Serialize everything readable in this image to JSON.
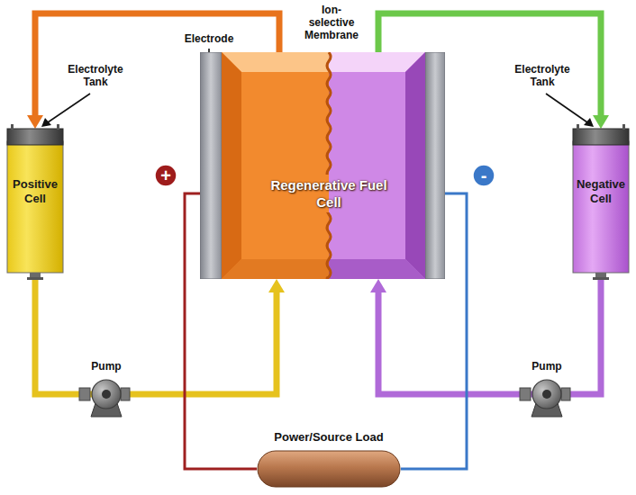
{
  "diagram": {
    "nodes": [
      {
        "text": [
          "Positive Cell"
        ]
      },
      {
        "text": [
          "Regenerative Fuel Cell"
        ]
      },
      {
        "text": [
          "Negative Cell"
        ]
      },
      {
        "text": [
          "Power/Source Load"
        ]
      }
    ],
    "edges": [
      {
        "from": 0,
        "to": 1,
        "arrow": "to"
      },
      {
        "from": 1,
        "to": 0,
        "arrow": "to"
      },
      {
        "from": 1,
        "to": 2,
        "arrow": "to"
      },
      {
        "from": 2,
        "to": 1,
        "arrow": "to"
      },
      {
        "from": 1,
        "to": 3,
        "arrow": "none"
      },
      {
        "from": 1,
        "to": 3,
        "arrow": "none"
      }
    ],
    "labels": [
      "Electrolyte Tank",
      "Electrode",
      "Ion-selective Membrane",
      "Electrolyte Tank",
      "+",
      "-",
      "Pump",
      "Pump"
    ]
  }
}
